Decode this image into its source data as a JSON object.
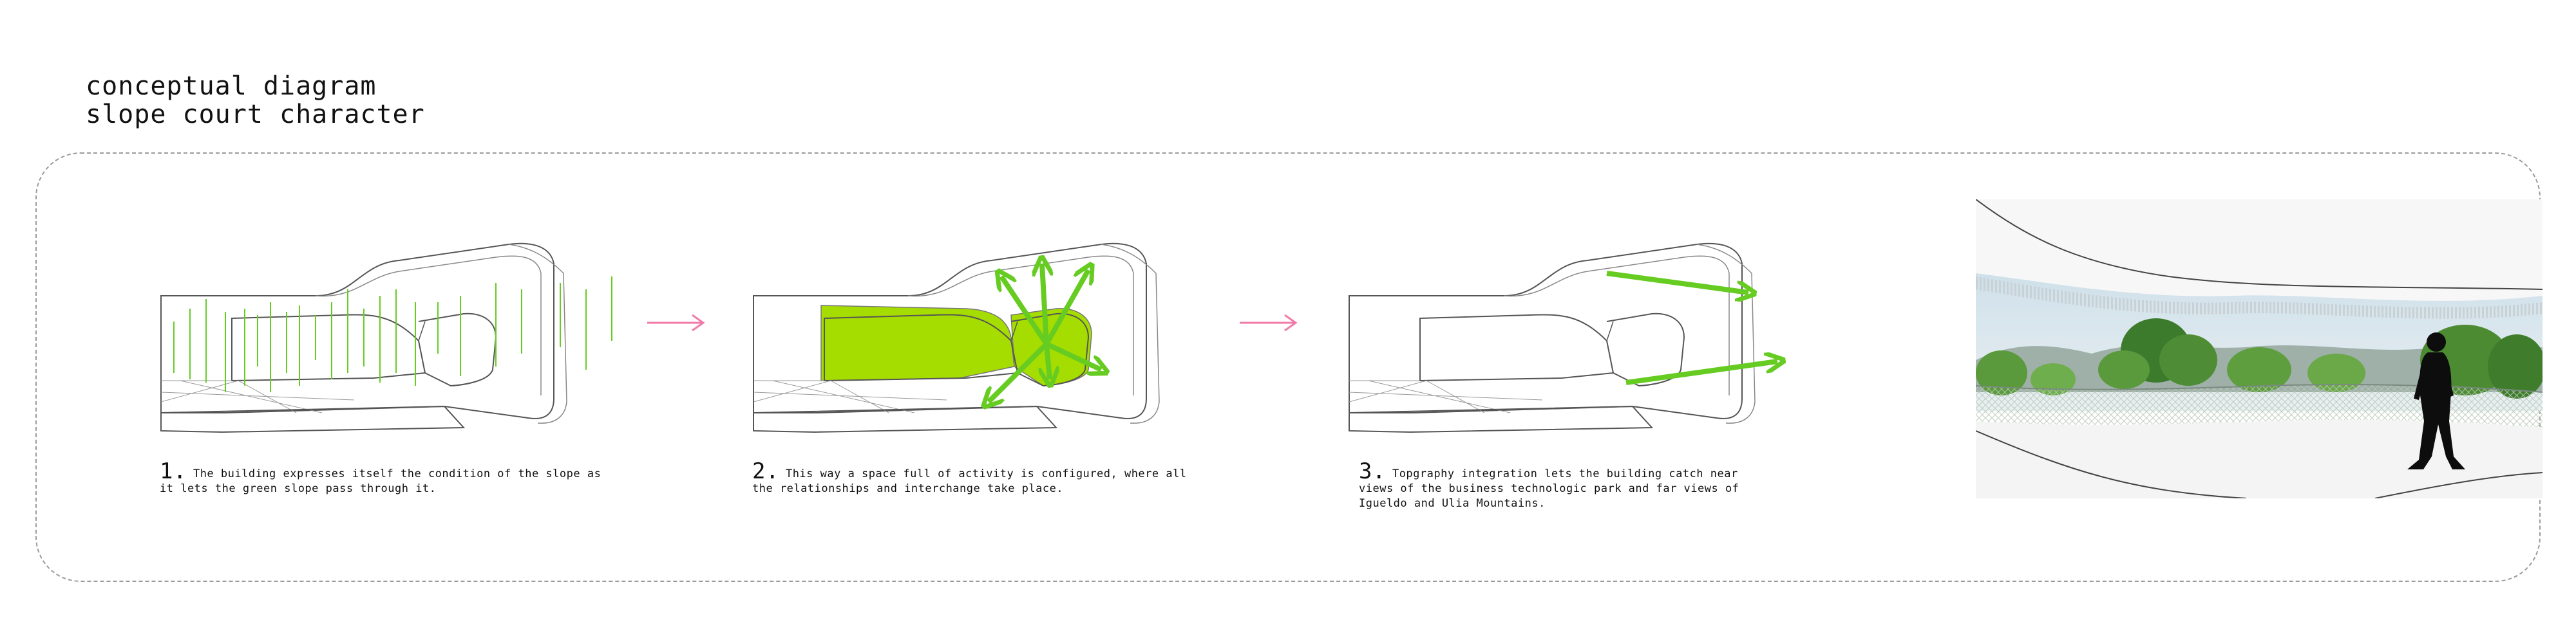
{
  "title": {
    "line1": "conceptual diagram",
    "line2": "slope court character"
  },
  "steps": [
    {
      "num": "1.",
      "text": "The building expresses itself the condition of the slope as it lets the green slope pass through it."
    },
    {
      "num": "2.",
      "text": "This way a space full of activity is configured, where all the relationships and interchange take place."
    },
    {
      "num": "3.",
      "text": "Topgraphy integration lets the building catch near views of the business technologic park and far views of Igueldo and Ulia Mountains."
    }
  ],
  "colors": {
    "green": "#66cc22",
    "lime_fill": "#a6dd00",
    "arrow_pink": "#f07aa8",
    "line": "#555555"
  }
}
